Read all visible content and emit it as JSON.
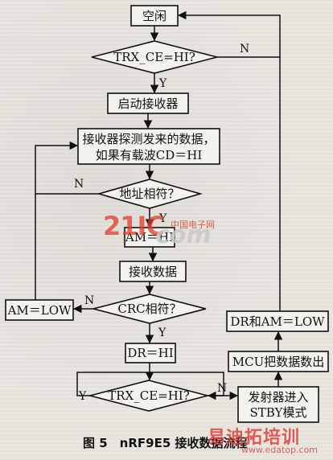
{
  "nodes": {
    "idle": "空闲",
    "check_trx_ce_1": "TRX_CE=HI?",
    "start_receiver": "启动接收器",
    "detect_line1": "接收器探测发来的数据，",
    "detect_line2": "如果有载波CD＝HI",
    "check_address": "地址相符？",
    "am_hi": "AM＝HI",
    "receive_data": "接收数据",
    "check_crc": "CRC相符？",
    "am_low": "AM＝LOW",
    "dr_hi": "DR＝HI",
    "check_trx_ce_2": "TRX_CE=HI?",
    "enter_stby_line1": "发射器进入",
    "enter_stby_line2": "STBY模式",
    "mcu_read": "MCU把数据数出",
    "dr_am_low": "DR和AM＝LOW"
  },
  "edges": {
    "trx1_no": "N",
    "trx1_yes": "Y",
    "addr_no": "N",
    "addr_yes": "Y",
    "crc_no": "N",
    "crc_yes": "Y",
    "trx2_yes": "Y",
    "trx2_no": "N"
  },
  "caption": "图 5　nRF9E5 接收数据流程",
  "watermarks": {
    "logo_number": "21IC",
    "logo_com": "com",
    "logo_cn": "中国电子网",
    "site_cn": "易迪拓培训",
    "site_url": "www.edatop.com"
  }
}
